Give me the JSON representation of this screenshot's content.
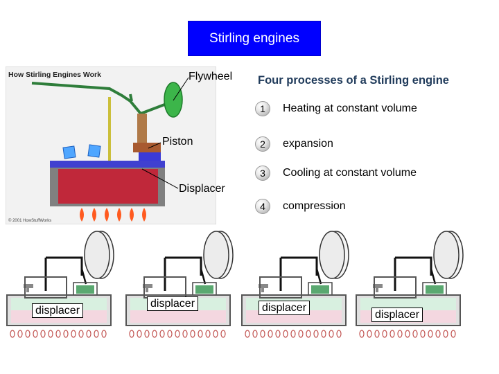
{
  "title": "Stirling engines",
  "main_diagram": {
    "header": "How Stirling Engines Work",
    "copyright": "© 2001 HowStuffWorks",
    "labels": {
      "flywheel": "Flywheel",
      "piston": "Piston",
      "displacer": "Displacer"
    }
  },
  "processes": {
    "heading": "Four processes of a Stirling engine",
    "steps": [
      {
        "num": "1",
        "text": "Heating at constant volume"
      },
      {
        "num": "2",
        "text": "expansion"
      },
      {
        "num": "3",
        "text": "Cooling at constant volume"
      },
      {
        "num": "4",
        "text": "compression"
      }
    ]
  },
  "stage_diagrams": [
    {
      "label": "displacer"
    },
    {
      "label": "displacer"
    },
    {
      "label": "displacer"
    },
    {
      "label": "displacer"
    }
  ],
  "colors": {
    "title_bg": "#0000ff",
    "cylinder_red": "#c0283a",
    "flywheel_green": "#3cb54a",
    "cold_chamber": "#d8f0e0",
    "hot_chamber": "#f4d7e0"
  }
}
